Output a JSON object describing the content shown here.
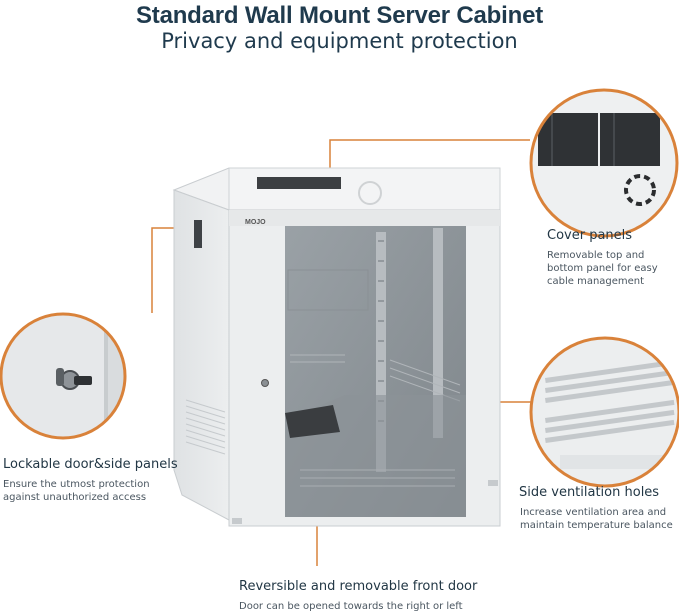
{
  "header": {
    "title": "Standard Wall Mount Server Cabinet",
    "subtitle": "Privacy and equipment protection"
  },
  "product": {
    "brand_logo": "MOJO"
  },
  "colors": {
    "accent": "#d9823a",
    "title": "#1f3a4d",
    "cabinet": "#e9ebec",
    "glass": "#8f969b"
  },
  "callouts": {
    "cover_panels": {
      "title": "Cover panels",
      "desc": [
        "Removable top and",
        "bottom panel for easy",
        "cable management"
      ]
    },
    "lock": {
      "title": "Lockable door&side panels",
      "desc": [
        "Ensure the utmost protection",
        "against unauthorized access"
      ]
    },
    "ventilation": {
      "title": "Side ventilation holes",
      "desc": [
        "Increase ventilation area and",
        "maintain temperature balance"
      ]
    },
    "front_door": {
      "title": "Reversible and removable front door",
      "desc": [
        "Door can be opened towards the right or left"
      ]
    }
  }
}
